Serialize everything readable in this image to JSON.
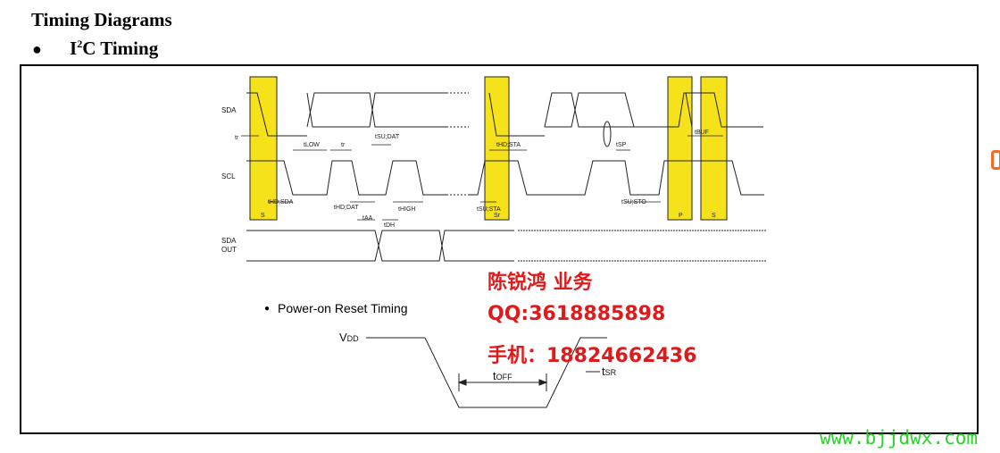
{
  "heading": "Timing Diagrams",
  "subheading": {
    "prefix": "I",
    "superscript": "2",
    "suffix": "C Timing"
  },
  "i2c": {
    "sda": "SDA",
    "scl": "SCL",
    "sda_out_1": "SDA",
    "sda_out_2": "OUT",
    "t_f": "tr",
    "t_low": "tLOW",
    "t_r": "tr",
    "t_su_dat": "tSU;DAT",
    "t_hd_sta_1": "tHD;STA",
    "t_sp": "tSP",
    "t_buf": "tBUF",
    "t_hd_sda": "tHD;SDA",
    "t_hd_dat": "tHD;DAT",
    "t_high": "tHIGH",
    "t_su_sta": "tSU;STA",
    "t_su_sto": "tSU;STO",
    "t_aa": "tAA",
    "t_dh": "tDH",
    "mark_s1": "S",
    "mark_sr": "Sr",
    "mark_p": "P",
    "mark_s2": "S"
  },
  "por": {
    "title": "Power-on Reset Timing",
    "vdd_base": "V",
    "vdd_sub": "DD",
    "toff_base": "t",
    "toff_sub": "OFF",
    "tsr_base": "t",
    "tsr_sub": "SR"
  },
  "contact": {
    "line1": "陈锐鸿 业务",
    "line2": "QQ:3618885898",
    "line3": "手机：18824662436"
  },
  "watermark": "www.bjjdwx.com",
  "colors": {
    "highlight": "#f5e21a",
    "contact": "#e01a1a",
    "watermark": "#2bd22b"
  }
}
